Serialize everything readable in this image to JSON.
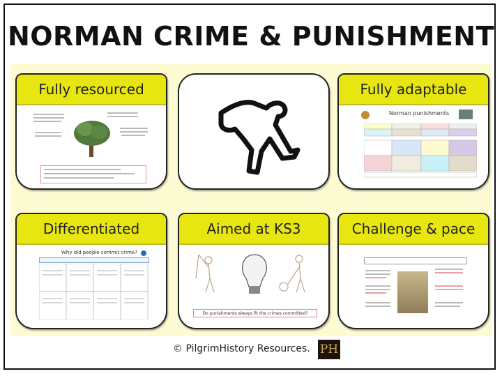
{
  "title": "NORMAN CRIME & PUNISHMENT",
  "cards": [
    {
      "heading": "Fully resourced"
    },
    {
      "heading": ""
    },
    {
      "heading": "Fully adaptable",
      "slide_title": "Norman punishments"
    },
    {
      "heading": "Differentiated",
      "slide_title": "Why did people commit crime?"
    },
    {
      "heading": "Aimed at KS3",
      "slide_caption": "Do punishments always fit the crimes committed?"
    },
    {
      "heading": "Challenge & pace"
    }
  ],
  "footer": {
    "text": "© PilgrimHistory  Resources.",
    "logo": "PH"
  },
  "colors": {
    "header_yellow": "#e8e611",
    "panel_bg": "#fdfbd2"
  }
}
